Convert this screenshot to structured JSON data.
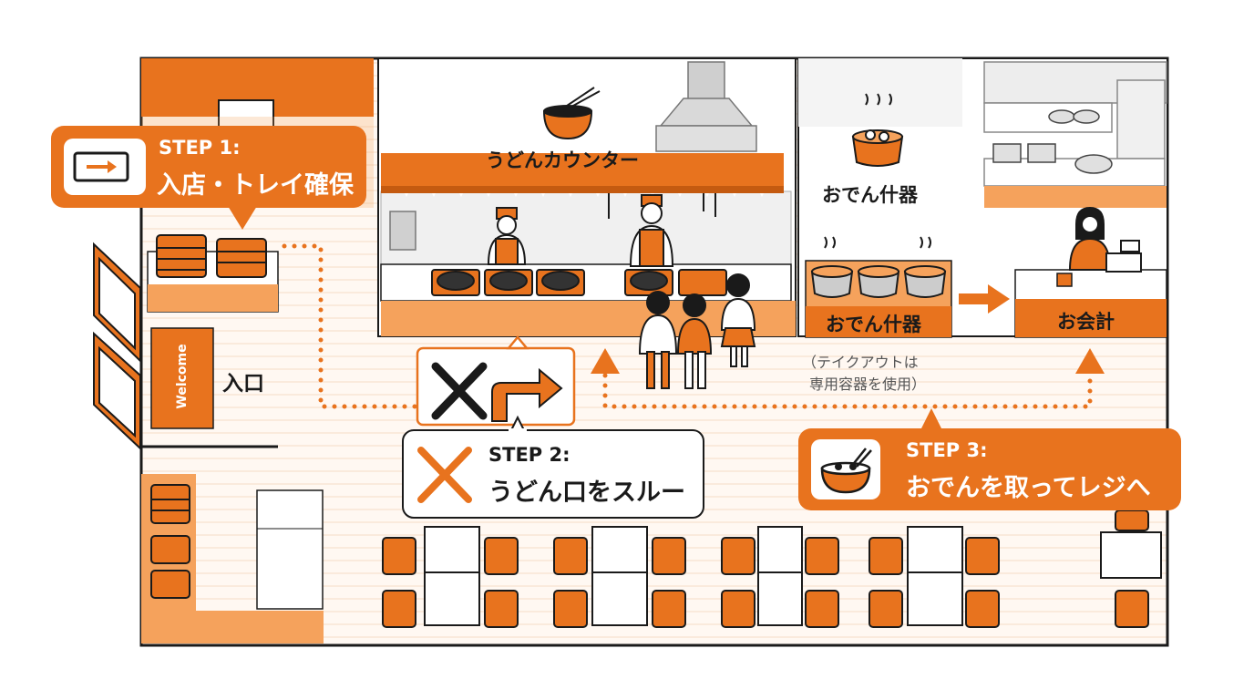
{
  "step1": {
    "title": "STEP 1:",
    "text": "入店・トレイ確保"
  },
  "step2": {
    "title": "STEP 2:",
    "text": "うどん口をスルー"
  },
  "step3": {
    "title": "STEP 3:",
    "text": "おでんを取ってレジへ"
  },
  "labels": {
    "udon_counter": "うどんカウンター",
    "oden_area_top": "おでん什器",
    "oden_counter": "おでん什器",
    "takeout_note_line1": "（テイクアウトは",
    "takeout_note_line2": "専用容器を使用）",
    "register": "お会計",
    "entrance": "入口",
    "welcome_mat": "Welcome"
  },
  "colors": {
    "accent": "#e8731e",
    "light_orange": "#f5a25c",
    "outline": "#1a1a1a",
    "floor": "#fdf3ea"
  },
  "icons": [
    "tray-icon",
    "udon-bowl-icon",
    "oden-pot-icon",
    "x-mark-icon",
    "turn-arrow-icon",
    "oden-bowl-icon",
    "arrow-right-icon",
    "arrow-up-icon"
  ]
}
